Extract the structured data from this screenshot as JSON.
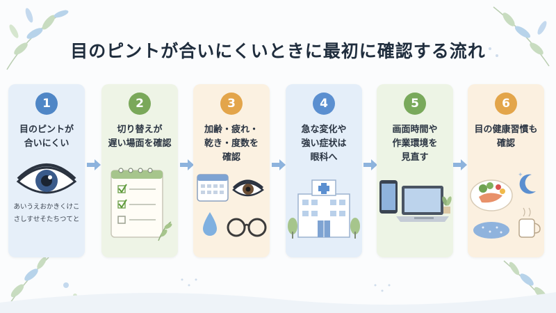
{
  "title": "目のピントが合いにくいときに最初に確認する流れ",
  "colors": {
    "step1": "#4f86c6",
    "step2": "#7aa85a",
    "step3": "#e3a54a",
    "step4": "#5b8fd0",
    "step5": "#79a95b",
    "step6": "#e3a54a",
    "arrow": "#8db3dd"
  },
  "steps": [
    {
      "number": "1",
      "lines": [
        "目のピントが",
        "合いにくい"
      ],
      "icon": "eye-icon",
      "sample_text": [
        "あいうえおかきくけこ",
        "さしすせそたちつてと"
      ]
    },
    {
      "number": "2",
      "lines": [
        "切り替えが",
        "遅い場面を確認"
      ],
      "icon": "checklist-icon"
    },
    {
      "number": "3",
      "lines": [
        "加齢・疲れ・",
        "乾き・度数を",
        "確認"
      ],
      "icon": "calendar-eye-drop-glasses-icon"
    },
    {
      "number": "4",
      "lines": [
        "急な変化や",
        "強い症状は",
        "眼科へ"
      ],
      "icon": "hospital-icon"
    },
    {
      "number": "5",
      "lines": [
        "画面時間や",
        "作業環境を",
        "見直す"
      ],
      "icon": "phone-laptop-icon"
    },
    {
      "number": "6",
      "lines": [
        "目の健康習慣も",
        "確認"
      ],
      "icon": "meal-moon-coffee-icon"
    }
  ]
}
